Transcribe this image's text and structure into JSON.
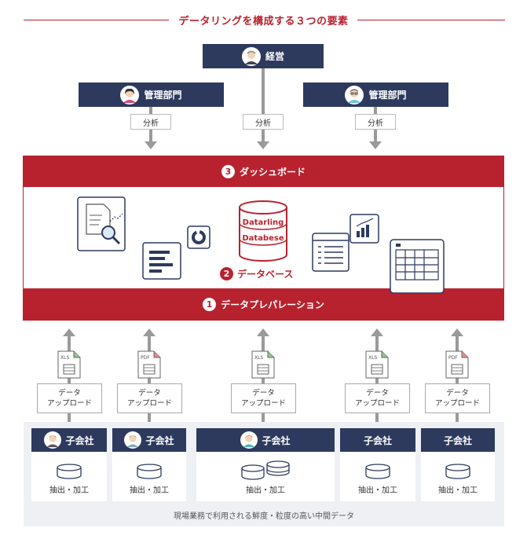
{
  "title": "データリングを構成する３つの要素",
  "top": {
    "executive": "経営",
    "management_left": "管理部門",
    "management_right": "管理部門",
    "analysis_labels": [
      "分析",
      "分析",
      "分析"
    ]
  },
  "layers": {
    "dashboard": {
      "number": "3",
      "label": "ダッシュボード"
    },
    "database": {
      "number": "2",
      "label": "データベース",
      "cylinder_line1": "Datarling",
      "cylinder_line2": "Databese"
    },
    "preparation": {
      "number": "1",
      "label": "データプレパレーション"
    }
  },
  "file_types": [
    "XLS",
    "PDF",
    "XLS",
    "XLS",
    "PDF"
  ],
  "upload_label_line1": "データ",
  "upload_label_line2": "アップロード",
  "subsidiaries": [
    {
      "name": "子会社",
      "process": "抽出・加工"
    },
    {
      "name": "子会社",
      "process": "抽出・加工"
    },
    {
      "name": "子会社",
      "process": "抽出・加工"
    },
    {
      "name": "子会社",
      "process": "抽出・加工"
    },
    {
      "name": "子会社",
      "process": "抽出・加工"
    }
  ],
  "footer_note": "現場業務で利用される鮮度・粒度の高い中間データ",
  "colors": {
    "accent_red": "#b8222f",
    "navy": "#2d3a5e",
    "arrow_gray": "#9a9a9a",
    "bottom_bg": "#eef0f3"
  }
}
